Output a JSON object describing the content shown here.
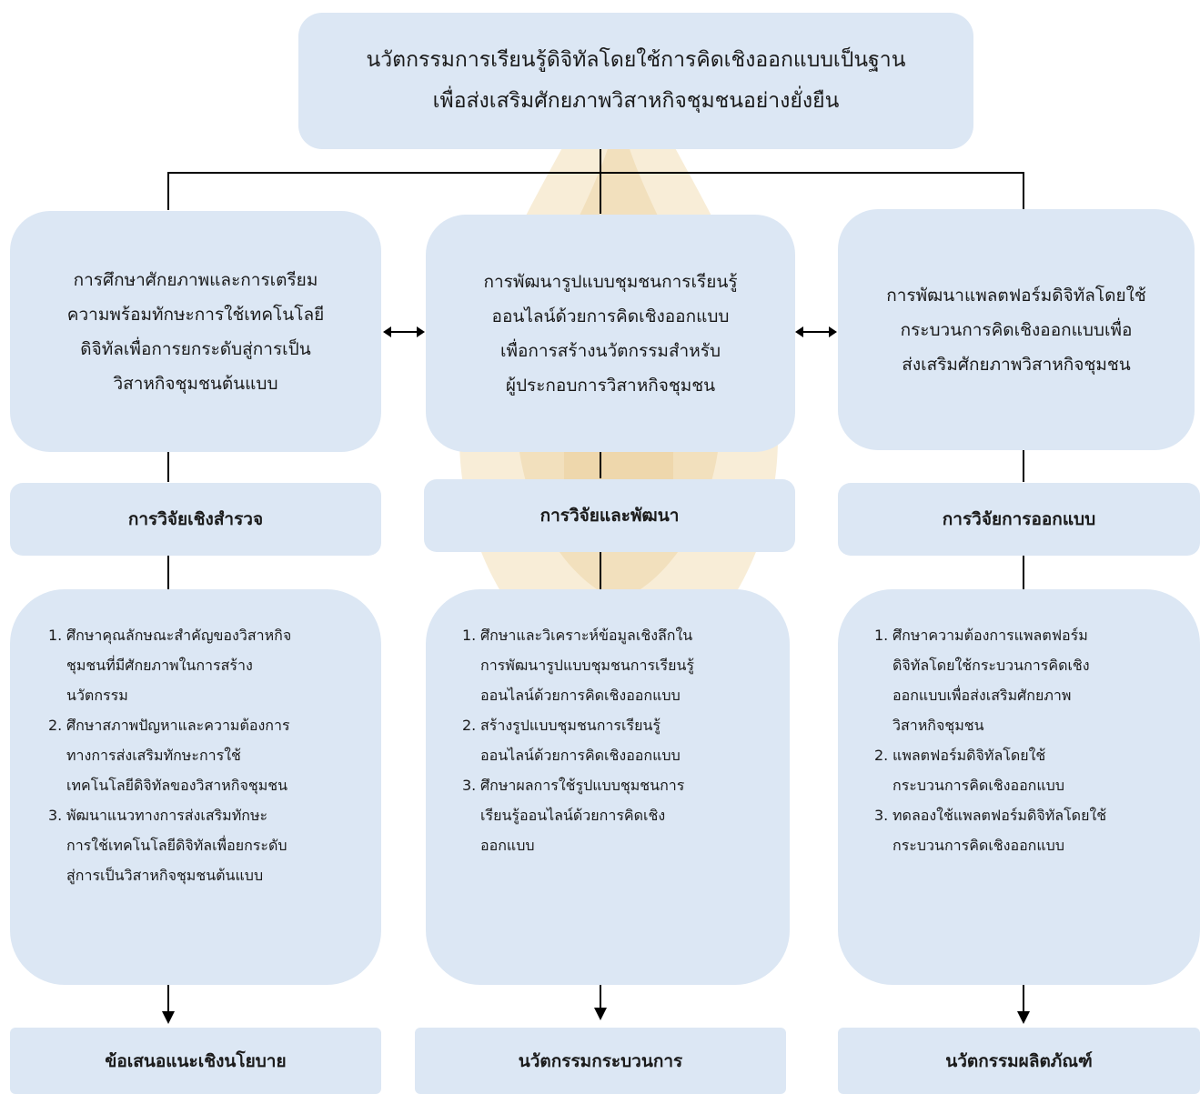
{
  "title": {
    "line1": "นวัตกรรมการเรียนรู้ดิจิทัลโดยใช้การคิดเชิงออกแบบเป็นฐาน",
    "line2": "เพื่อส่งเสริมศักยภาพวิสาหกิจชุมชนอย่างยั่งยืน"
  },
  "columns": [
    {
      "objective": [
        "การศึกษาศักยภาพและการเตรียม",
        "ความพร้อมทักษะการใช้เทคโนโลยี",
        "ดิจิทัลเพื่อการยกระดับสู่การเป็น",
        "วิสาหกิจชุมชนต้นแบบ"
      ],
      "method": "การวิจัยเชิงสำรวจ",
      "steps": [
        {
          "num": "1.",
          "lines": [
            "ศึกษาคุณลักษณะสำคัญของวิสาหกิจ",
            "ชุมชนที่มีศักยภาพในการสร้าง",
            "นวัตกรรม"
          ]
        },
        {
          "num": "2.",
          "lines": [
            "ศึกษาสภาพปัญหาและความต้องการ",
            "ทางการส่งเสริมทักษะการใช้",
            "เทคโนโลยีดิจิทัลของวิสาหกิจชุมชน"
          ]
        },
        {
          "num": "3.",
          "lines": [
            "พัฒนาแนวทางการส่งเสริมทักษะ",
            "การใช้เทคโนโลยีดิจิทัลเพื่อยกระดับ",
            "สู่การเป็นวิสาหกิจชุมชนต้นแบบ"
          ]
        }
      ],
      "output": "ข้อเสนอแนะเชิงนโยบาย"
    },
    {
      "objective": [
        "การพัฒนารูปแบบชุมชนการเรียนรู้",
        "ออนไลน์ด้วยการคิดเชิงออกแบบ",
        "เพื่อการสร้างนวัตกรรมสำหรับ",
        "ผู้ประกอบการวิสาหกิจชุมชน"
      ],
      "method": "การวิจัยและพัฒนา",
      "steps": [
        {
          "num": "1.",
          "lines": [
            "ศึกษาและวิเคราะห์ข้อมูลเชิงลึกใน",
            "การพัฒนารูปแบบชุมชนการเรียนรู้",
            "ออนไลน์ด้วยการคิดเชิงออกแบบ"
          ]
        },
        {
          "num": "2.",
          "lines": [
            "สร้างรูปแบบชุมชนการเรียนรู้",
            "ออนไลน์ด้วยการคิดเชิงออกแบบ"
          ]
        },
        {
          "num": "3.",
          "lines": [
            "ศึกษาผลการใช้รูปแบบชุมชนการ",
            "เรียนรู้ออนไลน์ด้วยการคิดเชิง",
            "ออกแบบ"
          ]
        }
      ],
      "output": "นวัตกรรมกระบวนการ"
    },
    {
      "objective": [
        "การพัฒนาแพลตฟอร์มดิจิทัลโดยใช้",
        "กระบวนการคิดเชิงออกแบบเพื่อ",
        "ส่งเสริมศักยภาพวิสาหกิจชุมชน"
      ],
      "method": "การวิจัยการออกแบบ",
      "steps": [
        {
          "num": "1.",
          "lines": [
            "ศึกษาความต้องการแพลตฟอร์ม",
            "ดิจิทัลโดยใช้กระบวนการคิดเชิง",
            "ออกแบบเพื่อส่งเสริมศักยภาพ",
            "วิสาหกิจชุมชน"
          ]
        },
        {
          "num": "2.",
          "lines": [
            "แพลตฟอร์มดิจิทัลโดยใช้",
            "กระบวนการคิดเชิงออกแบบ"
          ]
        },
        {
          "num": "3.",
          "lines": [
            "ทดลองใช้แพลตฟอร์มดิจิทัลโดยใช้",
            "กระบวนการคิดเชิงออกแบบ"
          ]
        }
      ],
      "output": "นวัตกรรมผลิตภัณฑ์"
    }
  ],
  "colors": {
    "box_fill": "#dce7f4",
    "line": "#000000",
    "watermark": "#e8c98a"
  }
}
